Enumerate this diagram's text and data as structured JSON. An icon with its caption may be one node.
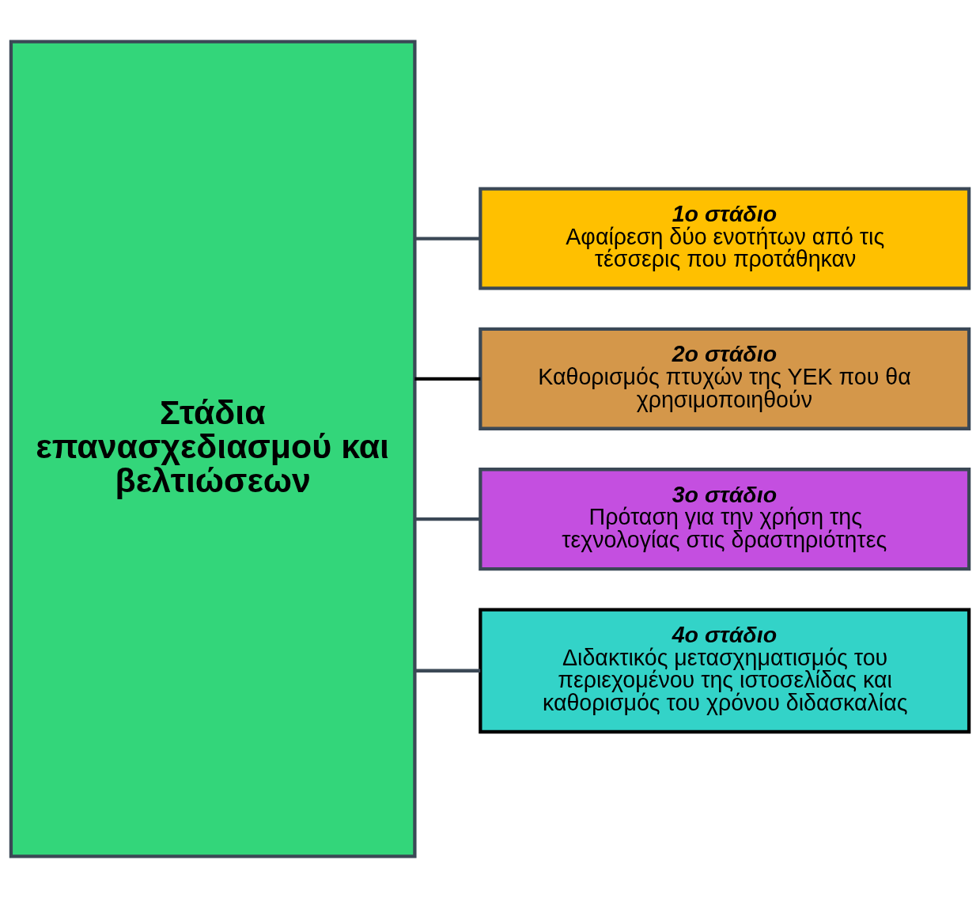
{
  "diagram": {
    "nodes": [
      {
        "text": [
          "Στάδια επανασχεδιασμού και βελτιώσεων"
        ]
      },
      {
        "text": [
          "1ο στάδιο",
          "Αφαίρεση δύο ενοτήτων από τις τέσσερις που προτάθηκαν"
        ]
      },
      {
        "text": [
          "2ο στάδιο",
          "Καθορισμός πτυχών της ΥΕΚ που θα χρησιμοποιηθούν"
        ]
      },
      {
        "text": [
          "3ο στάδιο",
          "Πρόταση για την χρήση της τεχνολογίας στις δραστηριότητες"
        ]
      },
      {
        "text": [
          "4ο στάδιο",
          "Διδακτικός μετασχηματισμός του περιεχομένου της ιστοσελίδας και καθορισμός του χρόνου διδασκαλίας"
        ]
      }
    ],
    "edges": [
      {
        "from": 0,
        "to": 1,
        "arrow": "none"
      },
      {
        "from": 0,
        "to": 2,
        "arrow": "none",
        "color": "#000000"
      },
      {
        "from": 0,
        "to": 3,
        "arrow": "none"
      },
      {
        "from": 0,
        "to": 4,
        "arrow": "none"
      }
    ]
  }
}
